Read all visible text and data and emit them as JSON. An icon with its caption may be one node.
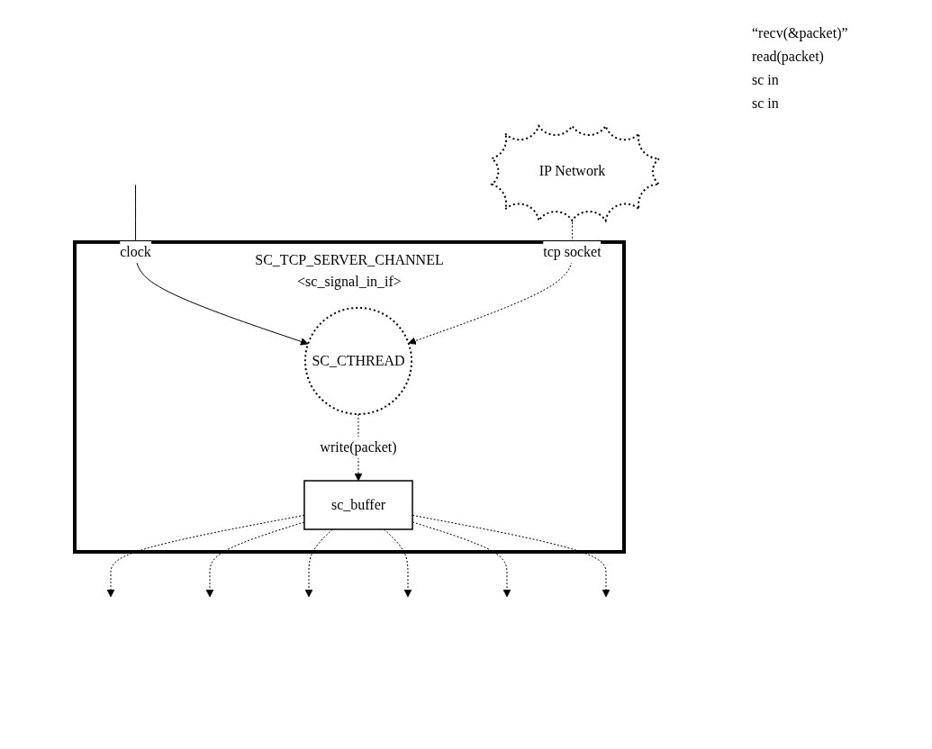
{
  "diagram": {
    "nodes": [
      {
        "text": [
          "SC_TCP_SERVER_CHANNEL",
          "<sc_signal_in_if>"
        ]
      },
      {
        "text": [
          "SC_CTHREAD"
        ],
        "in": 0
      },
      {
        "text": [
          "sc_buffer"
        ],
        "in": 0
      },
      {
        "text": [
          "IP Network"
        ]
      }
    ],
    "edges": [
      {
        "from": null,
        "to": 1,
        "arrow": "to",
        "label": "clock"
      },
      {
        "from": 3,
        "to": 1,
        "arrow": "to",
        "label": "tcp socket",
        "style": "dashed"
      },
      {
        "from": 1,
        "to": 2,
        "arrow": "to",
        "label": "write(packet)",
        "style": "dashed"
      },
      {
        "from": 2,
        "to": null,
        "arrow": "to",
        "style": "dashed"
      },
      {
        "from": 2,
        "to": null,
        "arrow": "to",
        "style": "dashed"
      },
      {
        "from": 2,
        "to": null,
        "arrow": "to",
        "style": "dashed"
      },
      {
        "from": 2,
        "to": null,
        "arrow": "to",
        "style": "dashed"
      },
      {
        "from": 2,
        "to": null,
        "arrow": "to",
        "style": "dashed"
      },
      {
        "from": 2,
        "to": null,
        "arrow": "to",
        "style": "dashed"
      }
    ],
    "labels": [
      "“recv(&packet)”",
      "read(packet)",
      "sc in",
      "sc in"
    ]
  }
}
